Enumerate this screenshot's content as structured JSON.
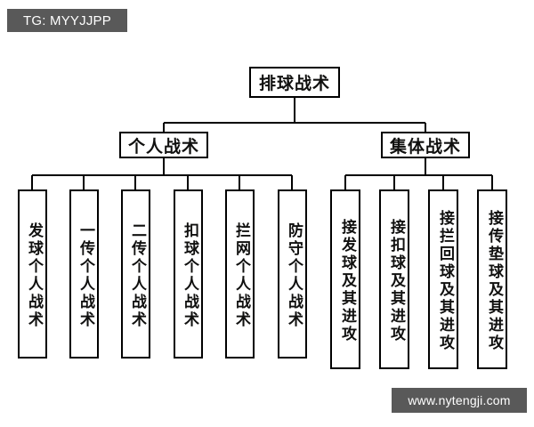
{
  "badges": {
    "tag": "TG: MYYJJPP",
    "watermark": "www.nytengji.com"
  },
  "diagram": {
    "type": "tree",
    "title": "排球战术",
    "root": {
      "label": "排球战术"
    },
    "level2": [
      {
        "label": "个人战术"
      },
      {
        "label": "集体战术"
      }
    ],
    "individual_leaves": [
      {
        "label": "发球个人战术"
      },
      {
        "label": "一传个人战术"
      },
      {
        "label": "二传个人战术"
      },
      {
        "label": "扣球个人战术"
      },
      {
        "label": "拦网个人战术"
      },
      {
        "label": "防守个人战术"
      }
    ],
    "team_leaves": [
      {
        "label": "接发球及其进攻"
      },
      {
        "label": "接扣球及其进攻"
      },
      {
        "label": "接拦回球及其进攻"
      },
      {
        "label": "接传垫球及其进攻"
      }
    ],
    "colors": {
      "box_border": "#000000",
      "box_fill": "#ffffff",
      "text": "#10100f",
      "badge_fill": "#595959",
      "badge_text": "#ffffff",
      "background": "#ffffff"
    }
  }
}
